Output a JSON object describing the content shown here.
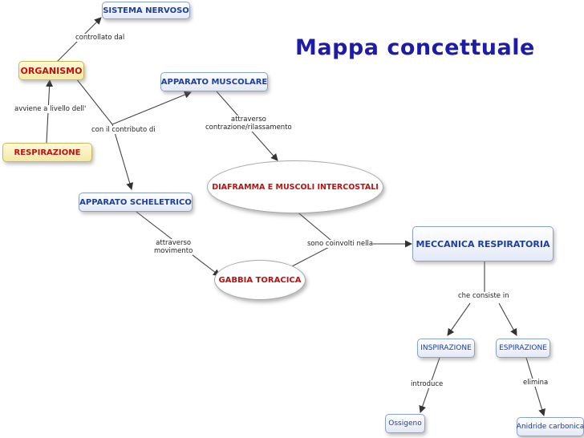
{
  "title": "Mappa concettuale",
  "nodes": {
    "sistema_nervoso": "SISTEMA NERVOSO",
    "organismo": "ORGANISMO",
    "apparato_muscolare": "APPARATO MUSCOLARE",
    "respirazione": "RESPIRAZIONE",
    "diaframma": "DIAFRAMMA E MUSCOLI INTERCOSTALI",
    "apparato_scheletrico": "APPARATO SCHELETRICO",
    "meccanica": "MECCANICA RESPIRATORIA",
    "gabbia": "GABBIA TORACICA",
    "inspirazione": "INSPIRAZIONE",
    "espirazione": "ESPIRAZIONE",
    "ossigeno": "Ossigeno",
    "anidride": "Anidride carbonica"
  },
  "links": {
    "controllato_dal": "controllato dal",
    "avviene": "avviene a livello dell'",
    "con_contributo": "con il contributo di",
    "attraverso_contrazione": [
      "attraverso",
      "contrazione/rilassamento"
    ],
    "attraverso_movimento": [
      "attraverso",
      "movimento"
    ],
    "sono_coinvolti": "sono coinvolti nella",
    "che_consiste": "che consiste in",
    "introduce": "introduce",
    "elimina": "elimina"
  },
  "colors": {
    "title": "#1c1ca8",
    "blue_text": "#1d3e9f",
    "red_text": "#c01010",
    "yellow_fill": "#f4e9a8"
  }
}
